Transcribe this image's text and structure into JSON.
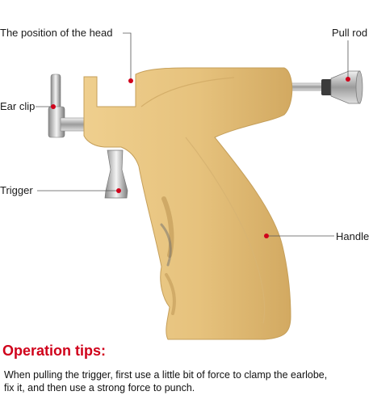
{
  "callouts": {
    "head": "The position of the head",
    "pull_rod": "Pull rod",
    "ear_clip": "Ear clip",
    "trigger": "Trigger",
    "handle": "Handle"
  },
  "tips": {
    "title": "Operation tips:",
    "line1": "When pulling the trigger, first use a little bit of force to clamp the earlobe,",
    "line2": "fix it, and then use a strong force to punch."
  },
  "colors": {
    "body": "#e6c27d",
    "marker": "#d0021b",
    "tips_title": "#d0021b"
  }
}
